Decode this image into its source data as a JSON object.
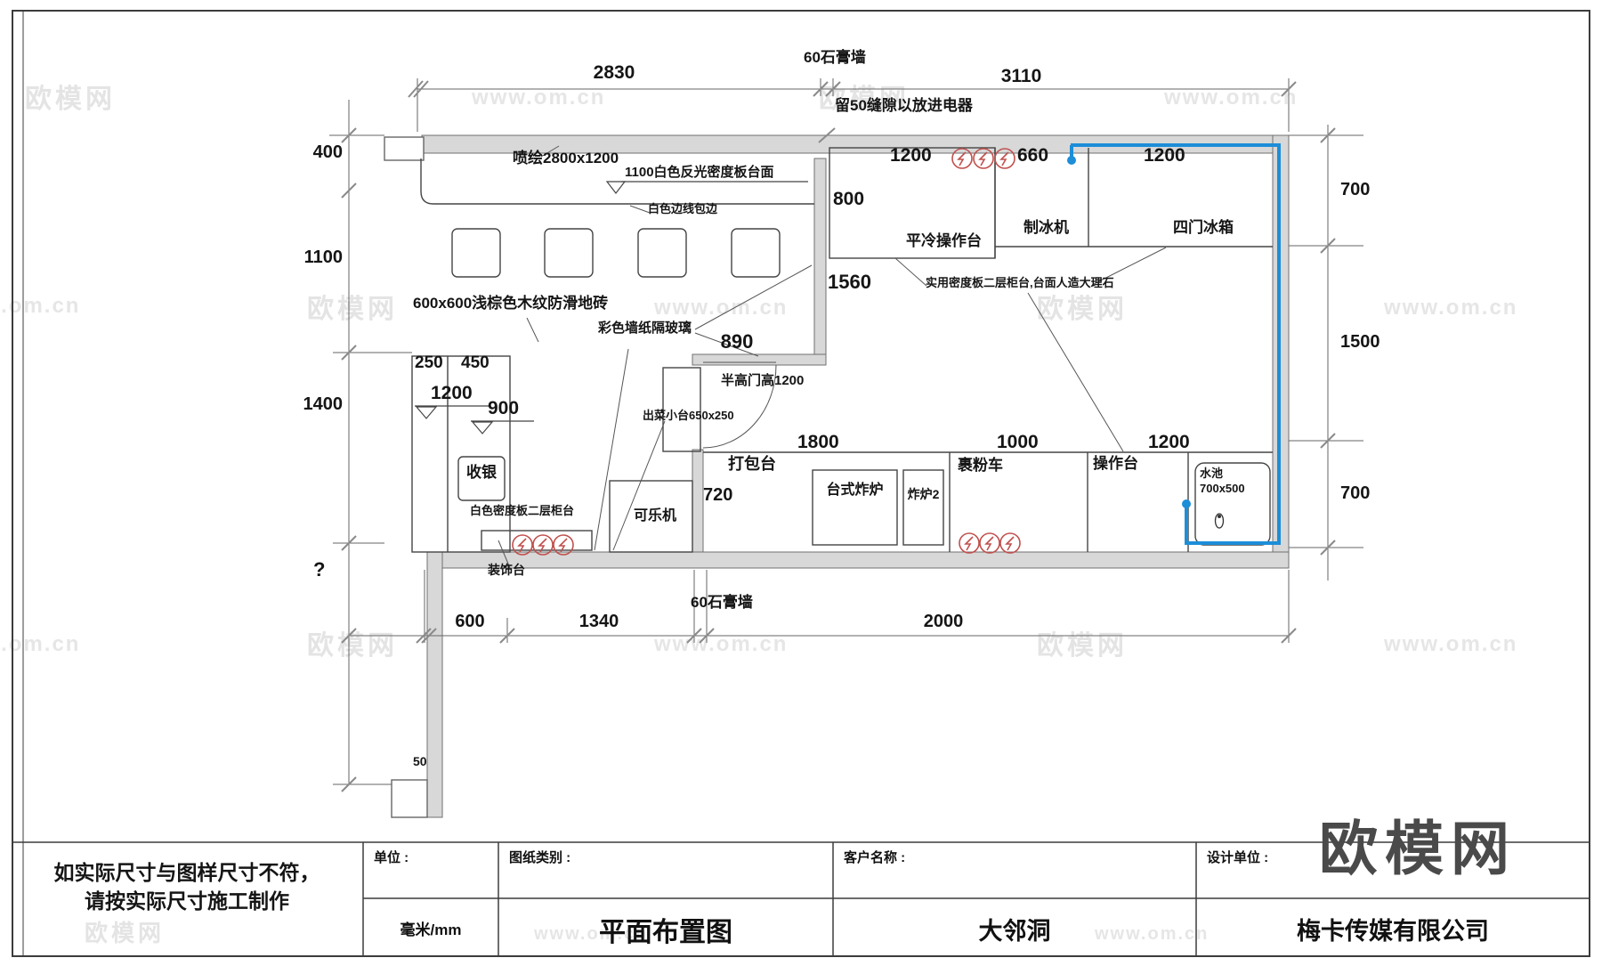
{
  "watermark": {
    "brand": "欧模网",
    "url": "www.om.cn"
  },
  "dims": {
    "top_left_span": "2830",
    "top_wall": "60石膏墙",
    "top_right_span": "3110",
    "top_gap_note": "留50缝隙以放进电器",
    "left_1": "400",
    "left_2": "1100",
    "left_3": "1400",
    "left_4": "?",
    "right_1": "700",
    "right_2": "1500",
    "right_3": "700",
    "bottom_1": "600",
    "bottom_2": "1340",
    "bottom_wall": "60石膏墙",
    "bottom_3": "2000",
    "wall_end": "50",
    "counter_depth": "800",
    "partition_len": "1560",
    "jog": "890",
    "door_side": "720",
    "cashier_a": "250",
    "cashier_b": "450",
    "level_a": "1200",
    "level_b": "900",
    "pack_span": "1800",
    "flour_span": "1000",
    "work_span": "1200",
    "cold_span": "1200",
    "ice_span": "660",
    "fridge_span": "1200"
  },
  "labels": {
    "print": "喷绘2800x1200",
    "counter_top": "1100白色反光密度板台面",
    "edge": "白色边线包边",
    "floor": "600x600浅棕色木纹防滑地砖",
    "glass": "彩色墙纸隔玻璃",
    "half_door": "半高门高1200",
    "serve_counter": "出菜小台650x250",
    "cold_table": "平冷操作台",
    "ice_machine": "制冰机",
    "fridge": "四门冰箱",
    "marble_note": "实用密度板二层柜台,台面人造大理石",
    "cashier": "收银",
    "white_counter": "白色密度板二层柜台",
    "deco_table": "装饰台",
    "cola_machine": "可乐机",
    "pack_table": "打包台",
    "fryer": "台式炸炉",
    "fryer2": "炸炉2",
    "flour_cart": "裹粉车",
    "work_table": "操作台",
    "sink": "水池",
    "sink_size": "700x500"
  },
  "title_block": {
    "note_line1": "如实际尺寸与图样尺寸不符，",
    "note_line2": "请按实际尺寸施工制作",
    "unit_label": "单位 :",
    "unit_value": "毫米/mm",
    "type_label": "图纸类别 :",
    "type_value": "平面布置图",
    "client_label": "客户名称 :",
    "client_value": "大邻洞",
    "designer_label": "设计单位 :",
    "designer_value": "梅卡传媒有限公司"
  }
}
